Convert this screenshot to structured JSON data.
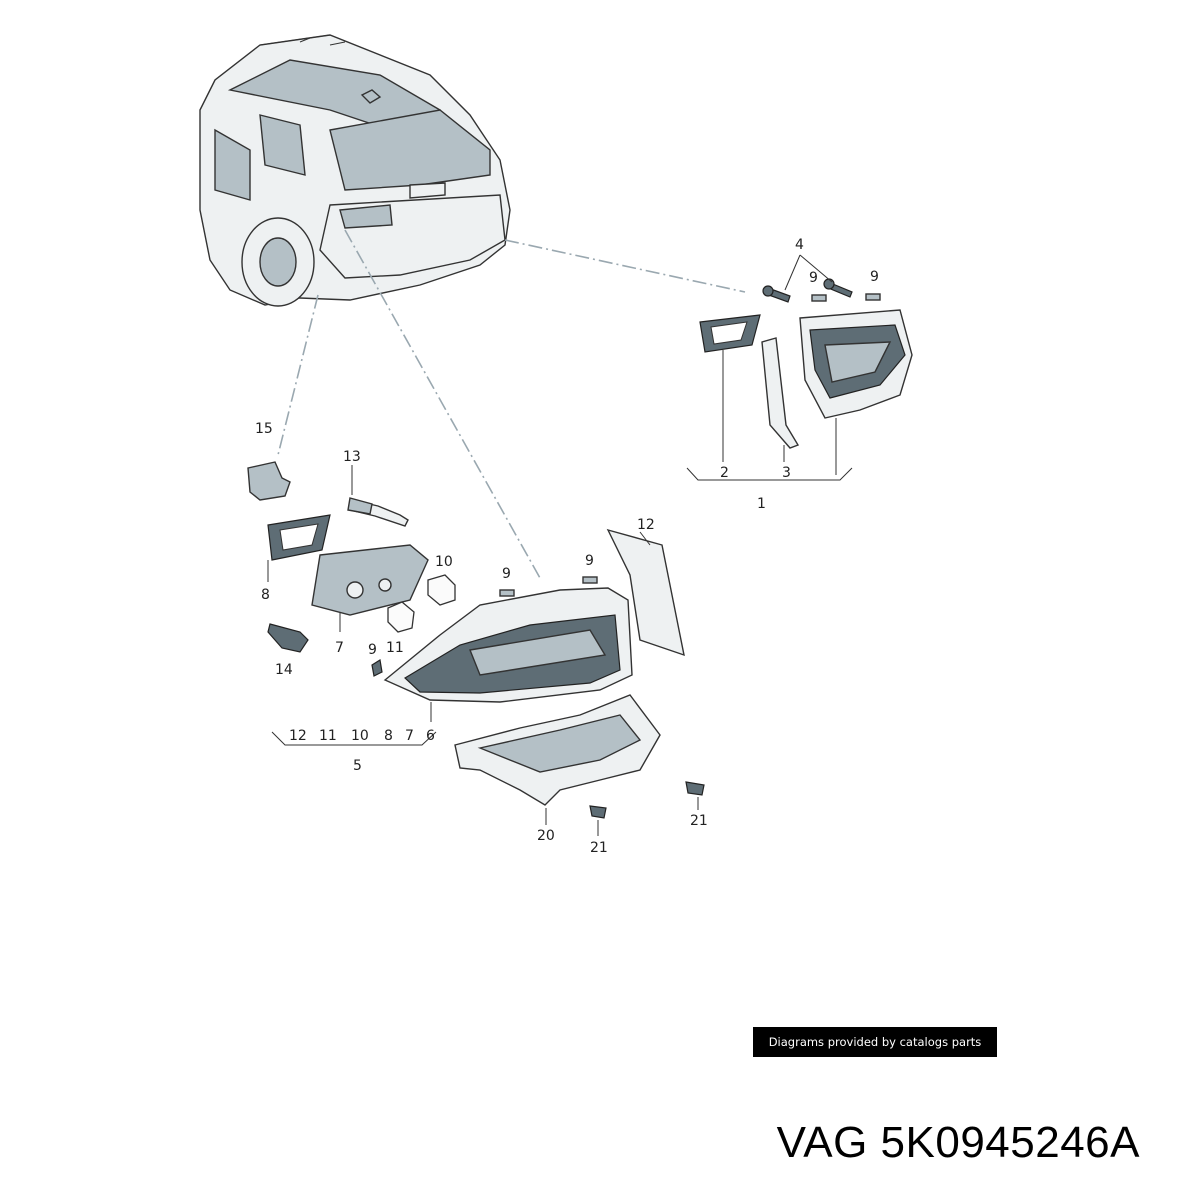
{
  "callouts": {
    "c1": "1",
    "c2": "2",
    "c3": "3",
    "c4": "4",
    "c9a": "9",
    "c9b": "9",
    "c9c": "9",
    "c9d": "9",
    "c9e": "9",
    "c15": "15",
    "c13": "13",
    "c8": "8",
    "c7": "7",
    "c10": "10",
    "c11": "11",
    "c14": "14",
    "c12": "12",
    "g5_12": "12",
    "g5_11": "11",
    "g5_10": "10",
    "g5_8": "8",
    "g5_7": "7",
    "g5_6": "6",
    "c5": "5",
    "c20": "20",
    "c21a": "21",
    "c21b": "21"
  },
  "credit": "Diagrams provided by catalogs parts",
  "title": "VAG 5K0945246A"
}
